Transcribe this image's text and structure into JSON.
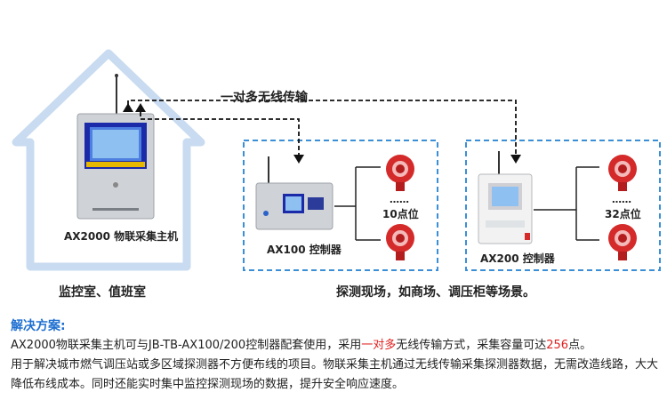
{
  "colors": {
    "house_outline": "#c9dbf0",
    "dash_box": "#3b8fd6",
    "arrow": "#111111",
    "title_blue": "#1e6fd0",
    "highlight_red": "#e02020",
    "detector_red": "#d42a2a"
  },
  "diagram": {
    "wireless_label": "一对多无线传输",
    "host_label": "AX2000 物联采集主机",
    "room_label": "监控室、值班室",
    "ax100_label": "AX100 控制器",
    "ax100_points": "10点位",
    "ax200_label": "AX200 控制器",
    "ax200_points": "32点位",
    "dots": "……",
    "site_label": "探测现场，如商场、调压柜等场景。"
  },
  "solution": {
    "title": "解决方案:",
    "p1_a": "AX2000物联采集主机可与JB-TB-AX100/200控制器配套使用，采用",
    "p1_hl1": "一对多",
    "p1_b": "无线传输方式，采集容量可达",
    "p1_hl2": "256",
    "p1_c": "点。",
    "p2": "用于解决城市燃气调压站或多区域探测器不方便布线的项目。物联采集主机通过无线传输采集探测器数据，无需改造线路，大大降低布线成本。同时还能实时集中监控探测现场的数据，提升安全响应速度。"
  }
}
